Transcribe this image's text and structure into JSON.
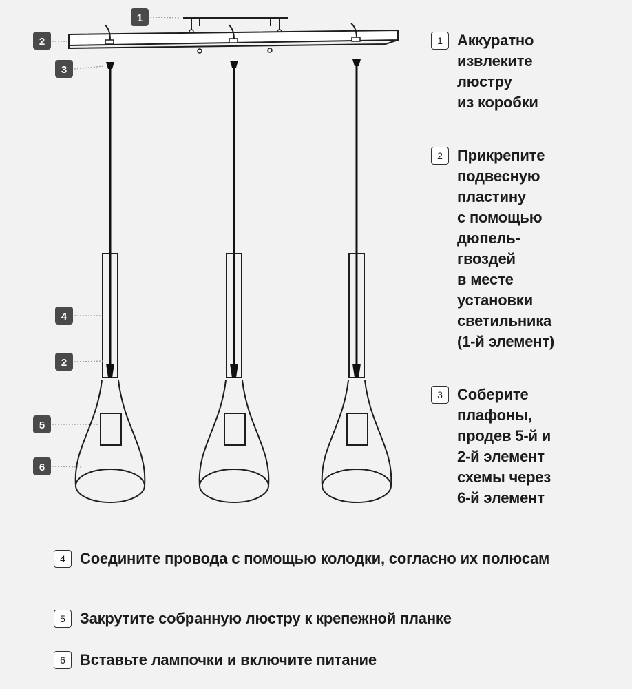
{
  "callouts": [
    "1",
    "2",
    "3",
    "4",
    "2",
    "5",
    "6"
  ],
  "steps": [
    {
      "num": "1",
      "text": "Аккуратно\nизвлеките\nлюстру\nиз коробки"
    },
    {
      "num": "2",
      "text": "Прикрепите\nподвесную\nпластину\nс помощью\nдюпель-\nгвоздей\nв месте\nустановки\nсветильника\n(1-й элемент)"
    },
    {
      "num": "3",
      "text": "Соберите\nплафоны,\nпродев 5-й и\n2-й элемент\nсхемы через\n6-й элемент"
    },
    {
      "num": "4",
      "text": "Соедините провода с помощью колодки, согласно их полюсам"
    },
    {
      "num": "5",
      "text": "Закрутите собранную люстру к крепежной планке"
    },
    {
      "num": "6",
      "text": "Вставьте лампочки и включите питание"
    }
  ]
}
